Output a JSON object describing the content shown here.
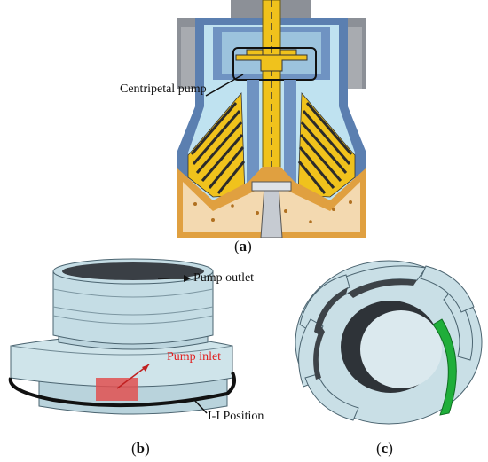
{
  "panel_a": {
    "callout": "Centripetal pump",
    "caption_open": "(",
    "caption_letter": "a",
    "caption_close": ")"
  },
  "panel_b": {
    "outlet_label": "Pump outlet",
    "inlet_label": "Pump inlet",
    "position_label": "I-I Position",
    "caption_open": "(",
    "caption_letter": "b",
    "caption_close": ")"
  },
  "panel_c": {
    "caption_open": "(",
    "caption_letter": "c",
    "caption_close": ")"
  },
  "colors": {
    "housing_blue": "#5b7fb0",
    "housing_gray": "#8c9097",
    "disc_yellow": "#f0c21c",
    "sediment_orange": "#e0a040",
    "liquid_light": "#bfe2f0",
    "part_body": "#c9dfe6",
    "inlet_red": "#e05050",
    "highlight_green": "#1fae3a"
  }
}
